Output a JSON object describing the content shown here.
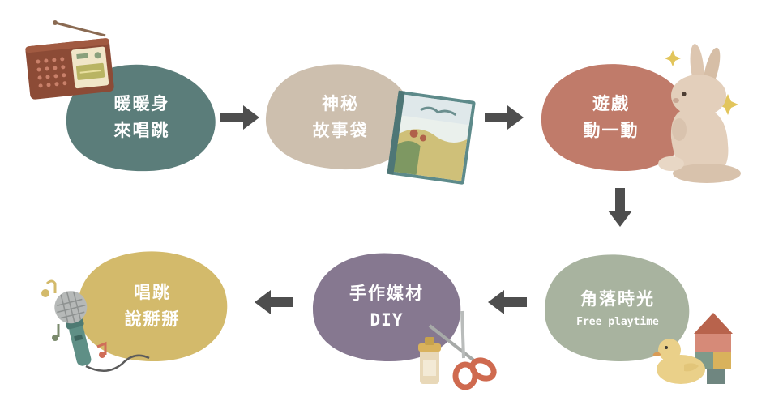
{
  "colors": {
    "step1": "#5b7d7a",
    "step2": "#cdbfae",
    "step3": "#c07b6a",
    "step4": "#a8b39f",
    "step5": "#867890",
    "step6": "#d3ba6b",
    "arrow": "#4e4e4e"
  },
  "steps": [
    {
      "line1": "暖暖身",
      "line2": "來唱跳"
    },
    {
      "line1": "神秘",
      "line2": "故事袋"
    },
    {
      "line1": "遊戲",
      "line2": "動一動"
    },
    {
      "line1": "角落時光",
      "line2": "Free playtime"
    },
    {
      "line1": "手作媒材",
      "line2": "DIY"
    },
    {
      "line1": "唱跳",
      "line2": "說掰掰"
    }
  ],
  "icons": [
    "radio-icon",
    "picture-book-icon",
    "rabbit-icon",
    "duck-and-blocks-icon",
    "scissors-and-glue-icon",
    "microphone-icon"
  ]
}
